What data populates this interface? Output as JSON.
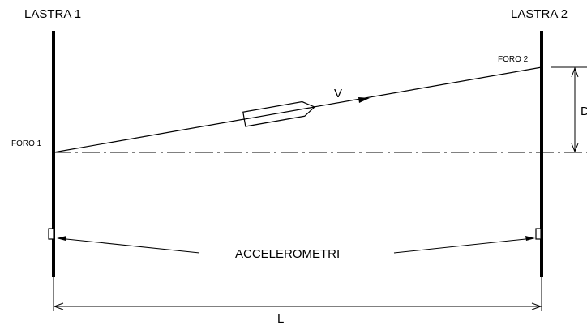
{
  "labels": {
    "plate1": "LASTRA 1",
    "plate2": "LASTRA 2",
    "hole1": "FORO 1",
    "hole2": "FORO 2",
    "velocity": "V",
    "distance_d": "D",
    "accelerometers": "ACCELEROMETRI",
    "length": "L"
  },
  "colors": {
    "line": "#000000",
    "background": "#ffffff"
  }
}
